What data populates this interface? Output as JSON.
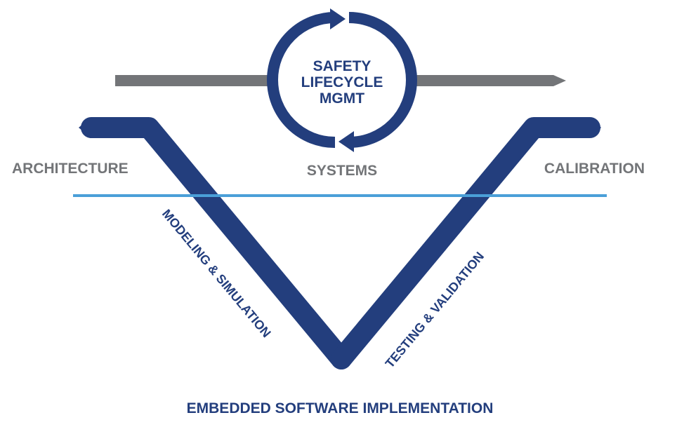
{
  "cycle": {
    "line1": "SAFETY",
    "line2": "LIFECYCLE",
    "line3": "MGMT"
  },
  "labels": {
    "architecture": "ARCHITECTURE",
    "systems": "SYSTEMS",
    "calibration": "CALIBRATION",
    "modeling": "MODELING & SIMULATION",
    "testing": "TESTING & VALIDATION",
    "embedded": "EMBEDDED SOFTWARE IMPLEMENTATION"
  },
  "colors": {
    "navy": "#233e7d",
    "gray": "#737578",
    "light_blue": "#4a9fd8",
    "background": "#ffffff"
  }
}
